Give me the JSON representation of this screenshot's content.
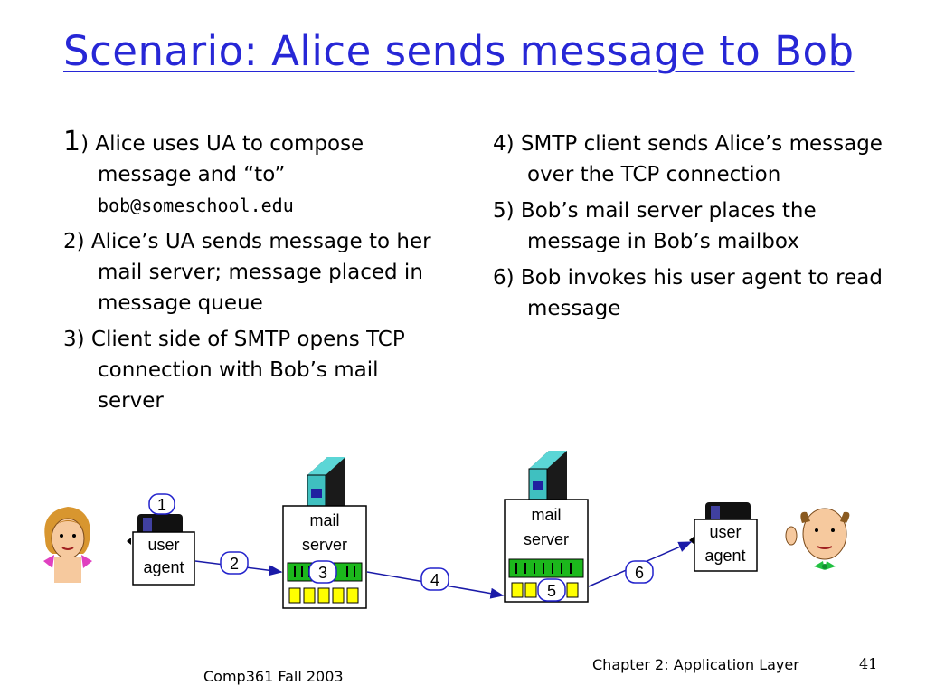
{
  "title": "Scenario: Alice sends message to Bob",
  "steps_left": [
    {
      "num": "1",
      "text": ") Alice uses UA to compose message and “to”",
      "email": "bob@someschool.edu"
    },
    {
      "text": "2) Alice’s UA sends message to her mail server; message placed in message queue"
    },
    {
      "text": "3) Client side of SMTP opens TCP connection with Bob’s mail server"
    }
  ],
  "steps_right": [
    {
      "text": "4) SMTP client sends Alice’s message over the TCP connection"
    },
    {
      "text": "5) Bob’s mail server places the message in Bob’s mailbox"
    },
    {
      "text": "6) Bob invokes his user agent to read message"
    }
  ],
  "diagram": {
    "user_agent_label_1": "user",
    "user_agent_label_2": "agent",
    "mail_server_label_1": "mail",
    "mail_server_label_2": "server",
    "step_badges": [
      "1",
      "2",
      "3",
      "4",
      "5",
      "6"
    ],
    "colors": {
      "queue_green": "#1cb81c",
      "mailbox_yellow": "#ffff00",
      "server_teal": "#3fc0c0",
      "badge_border": "#2222cc",
      "arrow": "#1a1aa8"
    }
  },
  "footer": {
    "course": "Comp361   Fall 2003",
    "chapter": "Chapter 2: Application Layer",
    "page": "41"
  }
}
